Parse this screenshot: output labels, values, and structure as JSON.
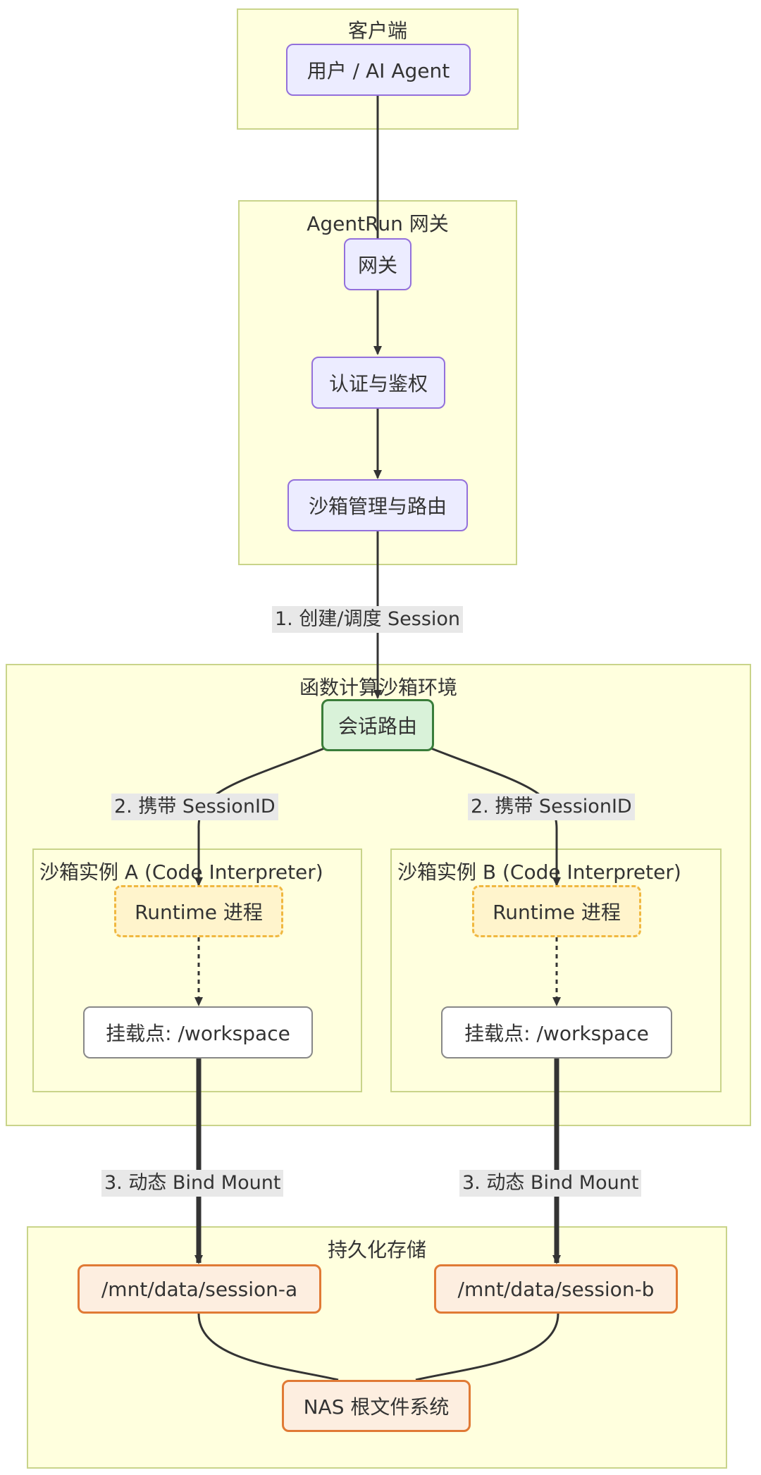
{
  "clusters": {
    "client": "客户端",
    "gateway": "AgentRun 网关",
    "fc_env": "函数计算沙箱环境",
    "sandbox_a": "沙箱实例 A (Code Interpreter)",
    "sandbox_b": "沙箱实例 B (Code Interpreter)",
    "storage": "持久化存储"
  },
  "nodes": {
    "user": "用户 / AI Agent",
    "gateway": "网关",
    "auth": "认证与鉴权",
    "sandbox_mgmt": "沙箱管理与路由",
    "session_router": "会话路由",
    "runtime_a": "Runtime 进程",
    "mount_a": "挂载点: /workspace",
    "runtime_b": "Runtime 进程",
    "mount_b": "挂载点: /workspace",
    "data_a": "/mnt/data/session-a",
    "data_b": "/mnt/data/session-b",
    "nas": "NAS 根文件系统"
  },
  "edge_labels": {
    "create_session": "1. 创建/调度 Session",
    "carry_a": "2. 携带 SessionID",
    "carry_b": "2. 携带 SessionID",
    "bind_a": "3. 动态 Bind Mount",
    "bind_b": "3. 动态 Bind Mount"
  },
  "colors": {
    "cluster_fill": "#ffffde",
    "cluster_border": "#c9d48a",
    "node_purple": "#ececff",
    "node_green_border": "#3a7d3a",
    "node_dashed_border": "#f0b840",
    "node_orange_border": "#e07a35",
    "edge": "#333333"
  }
}
